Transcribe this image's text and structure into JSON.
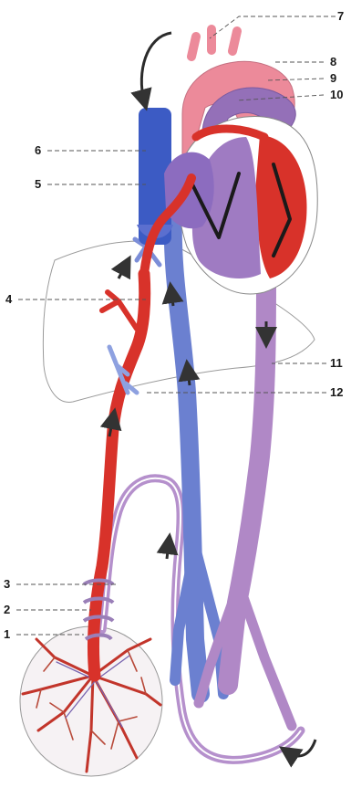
{
  "labels": {
    "l1": "1",
    "l2": "2",
    "l3": "3",
    "l4": "4",
    "l5": "5",
    "l6": "6",
    "l7": "7",
    "l8": "8",
    "l9": "9",
    "l10": "10",
    "l11": "11",
    "l12": "12"
  },
  "colors": {
    "arterial_red": "#d8322a",
    "venous_blue": "#5e72c8",
    "mixed_purple": "#b088c6",
    "heart_pink": "#e98a9c",
    "liver_outline": "#9a9a9a",
    "arrow": "#333333"
  }
}
